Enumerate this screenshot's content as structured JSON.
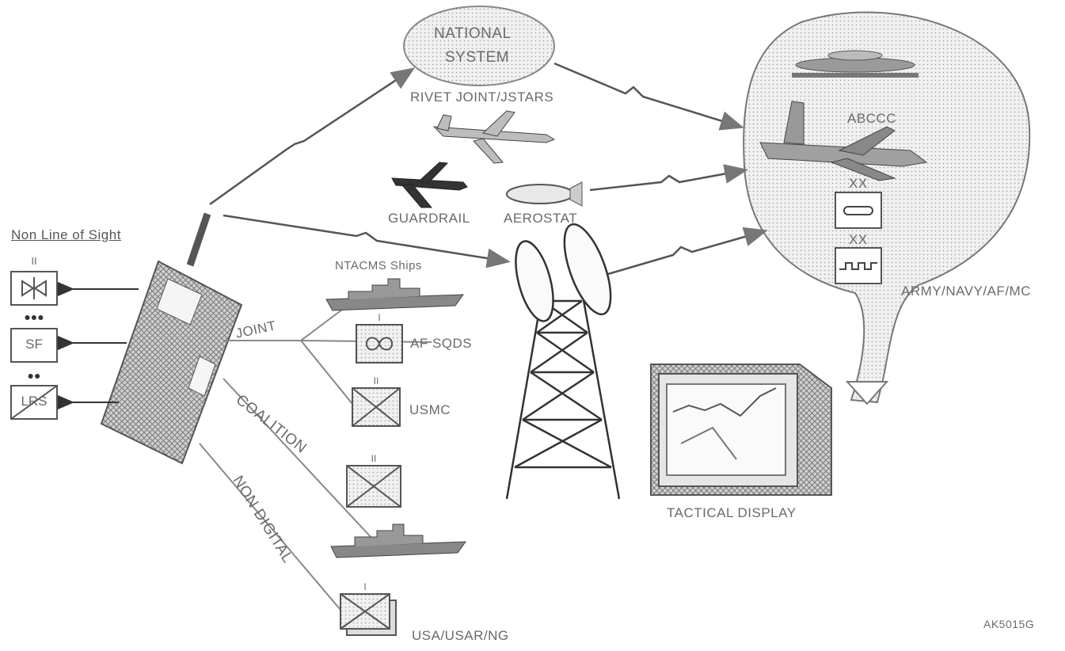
{
  "nodes": {
    "national_system": [
      "NATIONAL",
      "SYSTEM"
    ],
    "rivet_joint": "RIVET JOINT/JSTARS",
    "abccc": "ABCCC",
    "guardrail": "GUARDRAIL",
    "aerostat": "AEROSTAT",
    "ntacms_ships": "NTACMS Ships",
    "af_sqds": "AF SQDS",
    "usmc": "USMC",
    "usa": "USA/USAR/NG",
    "army_navy": "ARMY/NAVY/AF/MC",
    "tactical_display": "TACTICAL DISPLAY",
    "division_a": "XX",
    "division_b": "XX"
  },
  "links": {
    "joint": "JOINT",
    "coalition": "COALITION",
    "non_digital": "NON DIGITAL"
  },
  "nlos": {
    "title": "Non Line of Sight",
    "units": [
      {
        "echelon": "II",
        "label": ""
      },
      {
        "echelon": "●●●",
        "label": "SF"
      },
      {
        "echelon": "●●",
        "label": "LRS"
      }
    ]
  },
  "unit_marks": {
    "af": "I",
    "usmc": "II",
    "coalition": "II",
    "usa": "I"
  },
  "figure_id": "AK5015G"
}
